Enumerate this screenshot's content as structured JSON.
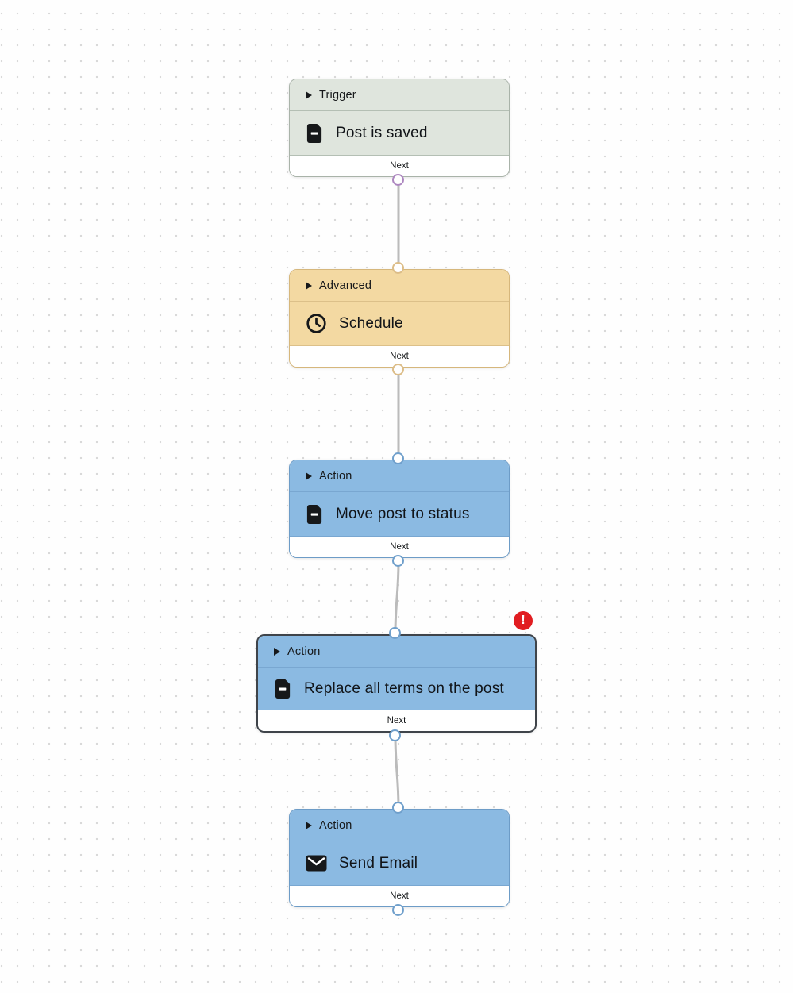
{
  "app": {
    "type": "workflow-automation-canvas"
  },
  "canvas": {
    "dot_color": "#d9d9d9",
    "connector_color": "#bbbbbb"
  },
  "nodes": [
    {
      "category": "Trigger",
      "title": "Post is saved",
      "icon": "document-icon",
      "next_label": "Next",
      "colors": {
        "bg": "#dfe5dd",
        "border": "#a9b3a9",
        "port": "#ad87c0"
      }
    },
    {
      "category": "Advanced",
      "title": "Schedule",
      "icon": "clock-icon",
      "next_label": "Next",
      "colors": {
        "bg": "#f3d9a2",
        "border": "#d6b77c",
        "port": "#dcbd88"
      }
    },
    {
      "category": "Action",
      "title": "Move post to status",
      "icon": "document-icon",
      "next_label": "Next",
      "colors": {
        "bg": "#8bbae2",
        "border": "#6d9cc7",
        "port": "#6f9fcb"
      }
    },
    {
      "category": "Action",
      "title": "Replace all terms on the post",
      "icon": "document-icon",
      "next_label": "Next",
      "selected": true,
      "badge_glyph": "!",
      "colors": {
        "bg": "#8bbae2",
        "border": "#3f444a",
        "port": "#6f9fcb",
        "badge": "#e11d21"
      }
    },
    {
      "category": "Action",
      "title": "Send Email",
      "icon": "envelope-icon",
      "next_label": "Next",
      "colors": {
        "bg": "#8bbae2",
        "border": "#6d9cc7",
        "port": "#6f9fcb"
      }
    }
  ]
}
